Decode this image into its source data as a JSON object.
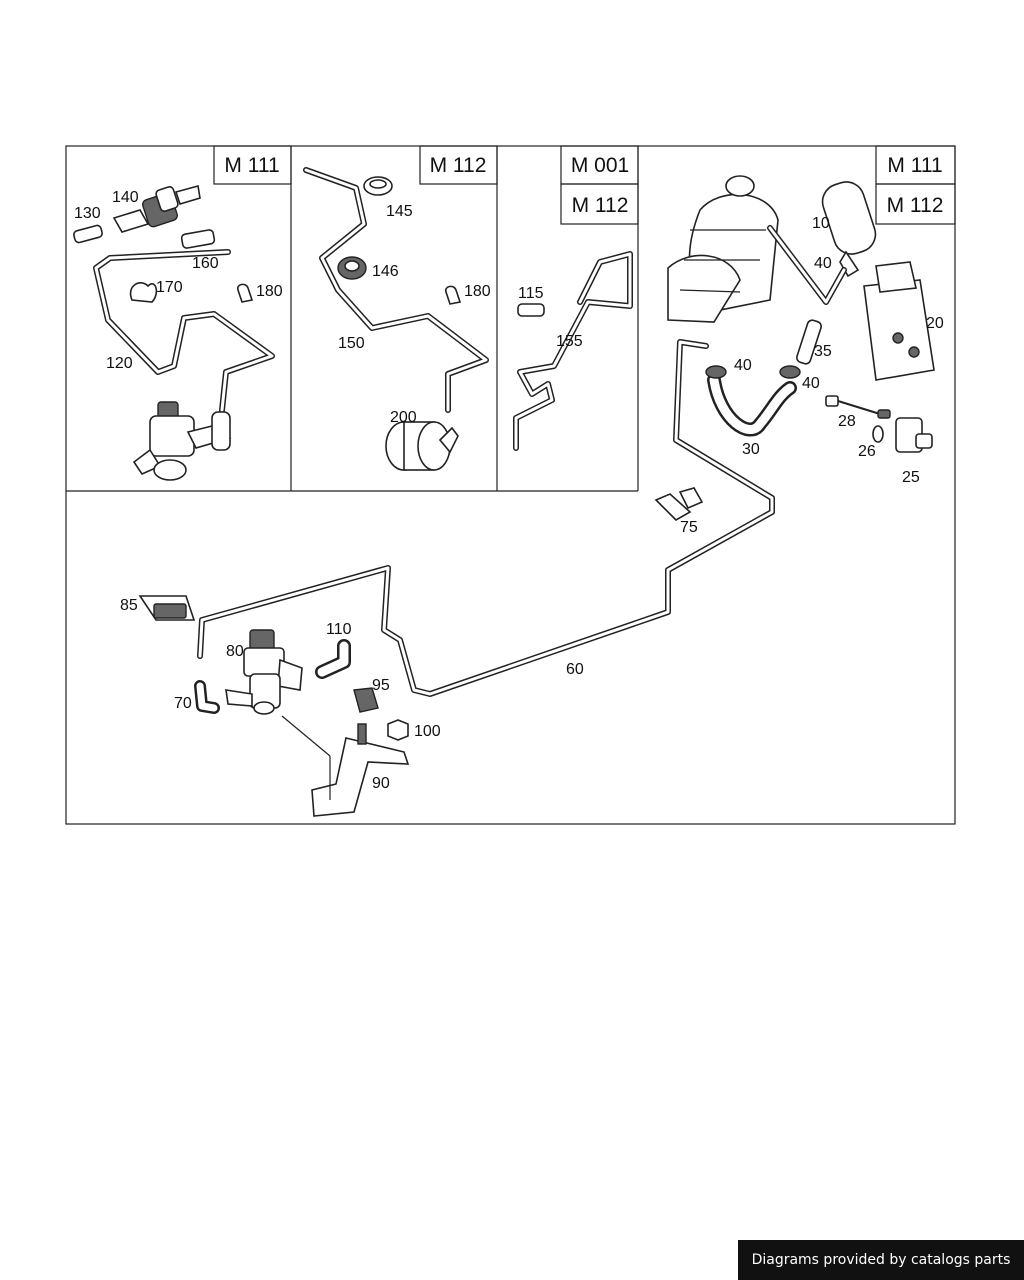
{
  "model_tags": {
    "p1": "M 111",
    "p2": "M 112",
    "p3a": "M 001",
    "p3b": "M 112",
    "p4a": "M 111",
    "p4b": "M 112"
  },
  "callouts": {
    "c130": "130",
    "c140": "140",
    "c160": "160",
    "c170": "170",
    "c180a": "180",
    "c120": "120",
    "c145": "145",
    "c146": "146",
    "c180b": "180",
    "c150": "150",
    "c200": "200",
    "c115": "115",
    "c155": "155",
    "c10": "10",
    "c40a": "40",
    "c20": "20",
    "c35": "35",
    "c40b": "40",
    "c40c": "40",
    "c30": "30",
    "c28": "28",
    "c26": "26",
    "c25": "25",
    "c75": "75",
    "c85": "85",
    "c110": "110",
    "c80": "80",
    "c95": "95",
    "c70": "70",
    "c100": "100",
    "c90": "90",
    "c60": "60"
  },
  "footer": "Diagrams provided by catalogs parts"
}
